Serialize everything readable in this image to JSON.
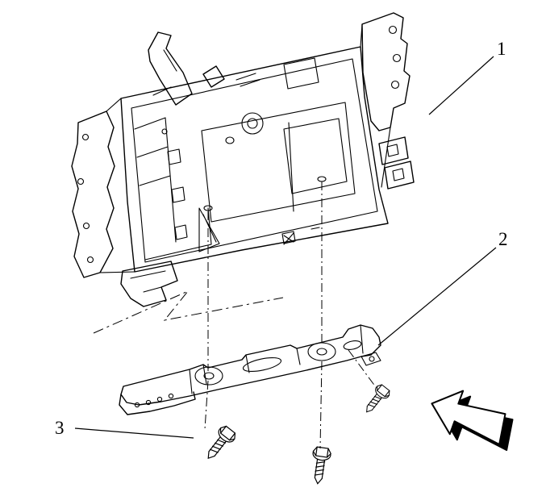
{
  "diagram": {
    "type": "exploded-view-technical-illustration",
    "background_color": "#ffffff",
    "line_color": "#000000",
    "callouts": [
      {
        "label": "1"
      },
      {
        "label": "2"
      },
      {
        "label": "3"
      }
    ],
    "icons": {
      "direction_arrow": "block-arrow-pointing-upper-left",
      "fastener": "hex-head-screw"
    },
    "screw_count": 3
  }
}
